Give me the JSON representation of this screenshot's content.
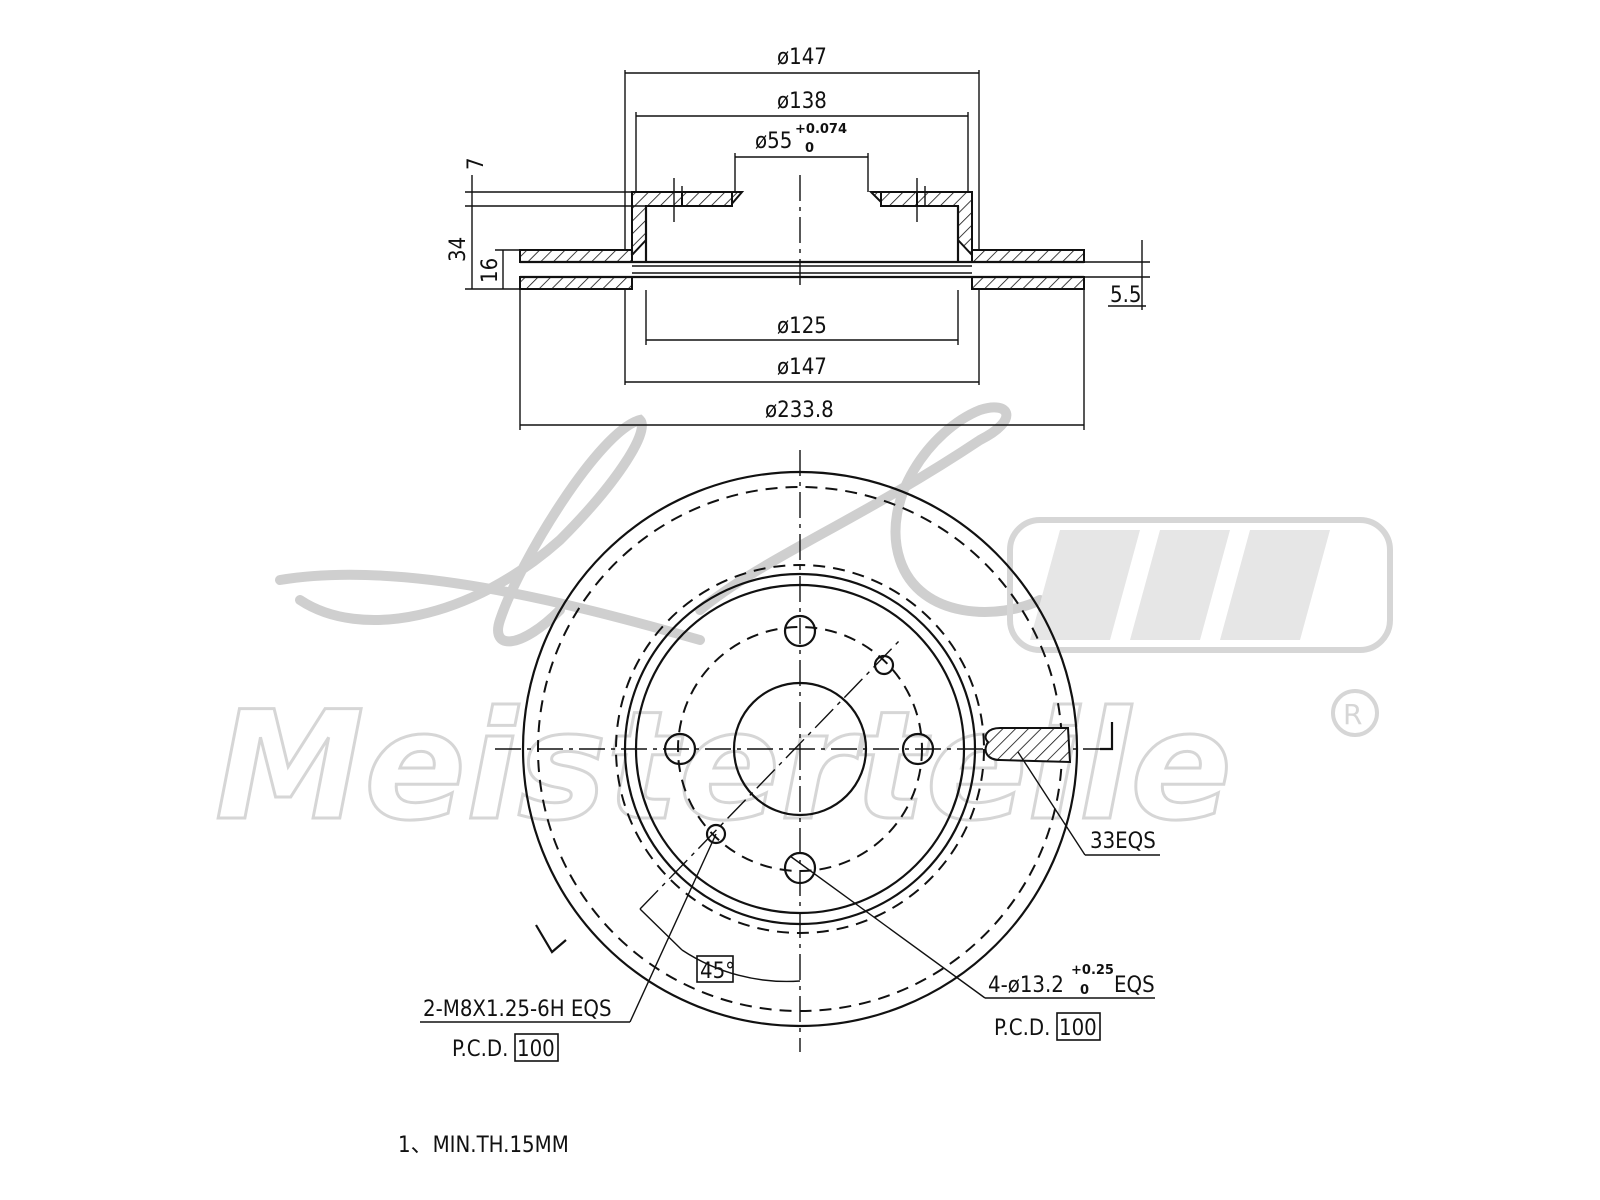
{
  "dimensions": {
    "d147_top": "ø147",
    "d138": "ø138",
    "d55": "ø55",
    "d55_tol_upper": "+0.074",
    "d55_tol_lower": "0",
    "d125": "ø125",
    "d147_bottom": "ø147",
    "d233": "ø233.8",
    "h7": "7",
    "h34": "34",
    "h16": "16",
    "h5_5": "5.5"
  },
  "callouts": {
    "vanes": "33EQS",
    "angle": "45°",
    "thread_holes": "2-M8X1.25-6H EQS",
    "thread_pcd_label": "P.C.D.",
    "thread_pcd_value": "100",
    "bolt_holes_main": "4-ø13.2",
    "bolt_holes_tol_upper": "+0.25",
    "bolt_holes_tol_lower": "0",
    "bolt_holes_suffix": "EQS",
    "bolt_pcd_label": "P.C.D.",
    "bolt_pcd_value": "100"
  },
  "notes": {
    "note1": "1、MIN.TH.15MM"
  },
  "watermark": {
    "brand": "Meisterteile",
    "registered": "R"
  }
}
